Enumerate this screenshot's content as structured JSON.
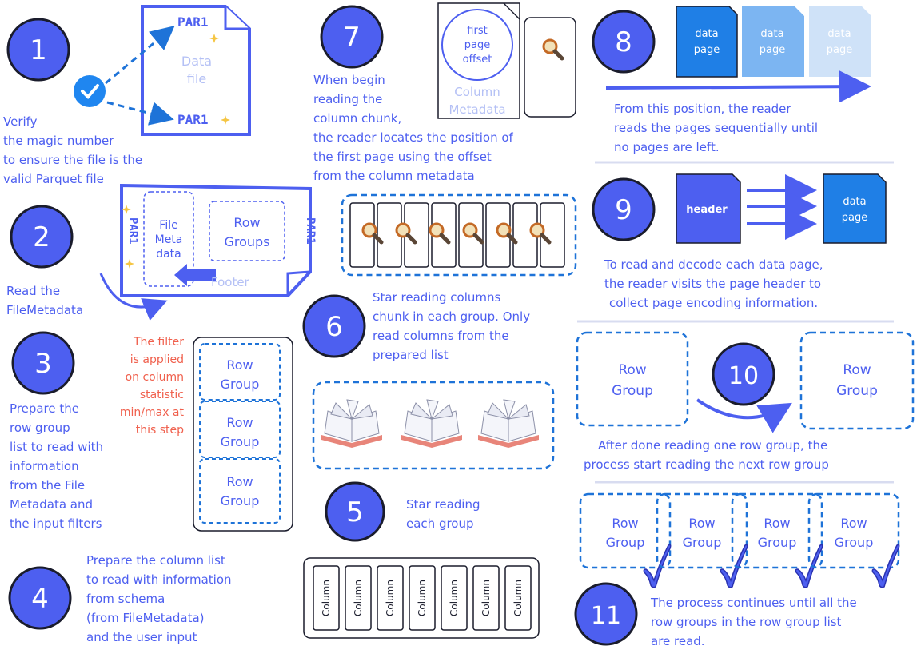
{
  "colors": {
    "primary": "#4d5ff0",
    "dark_navy": "#1a1c2c",
    "page_blue": "#1f7fe6",
    "page_mid": "#7cb5f2",
    "page_light": "#cfe2f8",
    "dashed_blue": "#1e73d8",
    "red_note": "#f0604d",
    "pale_text": "#b4c0f5",
    "check_blue": "#1f86f0"
  },
  "steps": {
    "s1": {
      "num": "1",
      "text": [
        "Verify",
        "the magic number",
        "to ensure the file is the",
        "valid Parquet file"
      ]
    },
    "s2": {
      "num": "2",
      "text": [
        "Read the",
        "FileMetadata"
      ]
    },
    "s3": {
      "num": "3",
      "text": [
        "Prepare the",
        "row group",
        "list to read with",
        "information",
        "from the File",
        "Metadata and",
        "the input filters"
      ]
    },
    "s4": {
      "num": "4",
      "text": [
        "Prepare the column list",
        "to read with information",
        "from schema",
        "(from FileMetadata)",
        "and the user input"
      ]
    },
    "s5": {
      "num": "5",
      "text": [
        "Star reading",
        "each group"
      ]
    },
    "s6": {
      "num": "6",
      "text": [
        "Star reading columns",
        "chunk in each group. Only",
        "read columns from the",
        "prepared list"
      ]
    },
    "s7": {
      "num": "7",
      "text": [
        "When begin",
        "reading the",
        "column chunk,",
        "the reader locates the position of",
        "the first page using the offset",
        "from the column metadata"
      ]
    },
    "s8": {
      "num": "8",
      "text": [
        "From this position, the reader",
        "reads the pages sequentially until",
        "no pages are left."
      ]
    },
    "s9": {
      "num": "9",
      "text": [
        "To read and decode each data page,",
        "the reader visits the page header to",
        "collect page encoding information."
      ]
    },
    "s10": {
      "num": "10",
      "text": [
        "After done reading one row group, the",
        "process start reading the next row group"
      ]
    },
    "s11": {
      "num": "11",
      "text": [
        "The process continues until all the",
        "row groups in the row group list",
        "are read."
      ]
    }
  },
  "file1": {
    "magic_top": "PAR1",
    "magic_bottom": "PAR1",
    "label": [
      "Data",
      "file"
    ]
  },
  "file2": {
    "par_left": "PAR1",
    "par_right": "PAR1",
    "meta": [
      "File",
      "Meta",
      "data"
    ],
    "row_groups": [
      "Row",
      "Groups"
    ],
    "footer": "Footer"
  },
  "filter_note": [
    "The filter",
    "is applied",
    "on column",
    "statistic",
    "min/max at",
    "this step"
  ],
  "row_group_label": [
    "Row",
    "Group"
  ],
  "column_label": "Column",
  "first_page_offset": [
    "first",
    "page",
    "offset"
  ],
  "column_metadata": [
    "Column",
    "Metadata"
  ],
  "data_page": [
    "data",
    "page"
  ],
  "header_label": "header"
}
